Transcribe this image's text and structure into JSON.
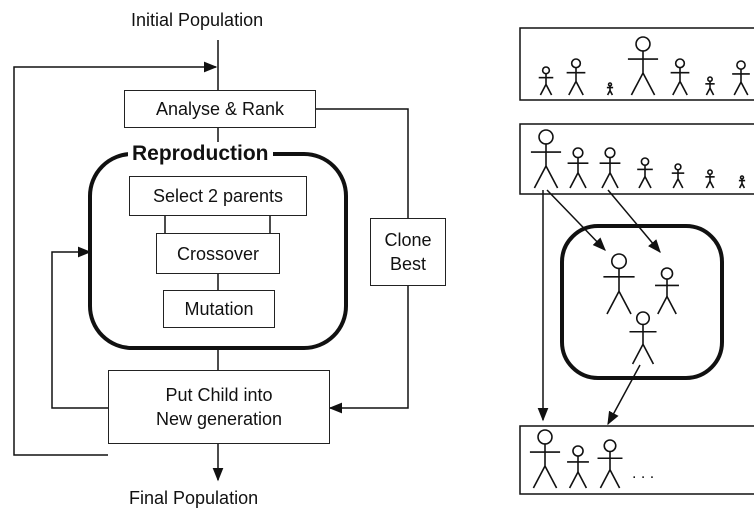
{
  "flowchart": {
    "top_label": "Initial Population",
    "analyse_rank": "Analyse & Rank",
    "reproduction_title": "Reproduction",
    "select_parents": "Select 2 parents",
    "crossover": "Crossover",
    "mutation": "Mutation",
    "clone_best_line1": "Clone",
    "clone_best_line2": "Best",
    "put_child_line1": "Put Child into",
    "put_child_line2": "New generation",
    "bottom_label": "Final Population"
  },
  "population_illustration": {
    "ellipsis": ". . ."
  },
  "colors": {
    "line": "#111111",
    "background": "#ffffff"
  }
}
